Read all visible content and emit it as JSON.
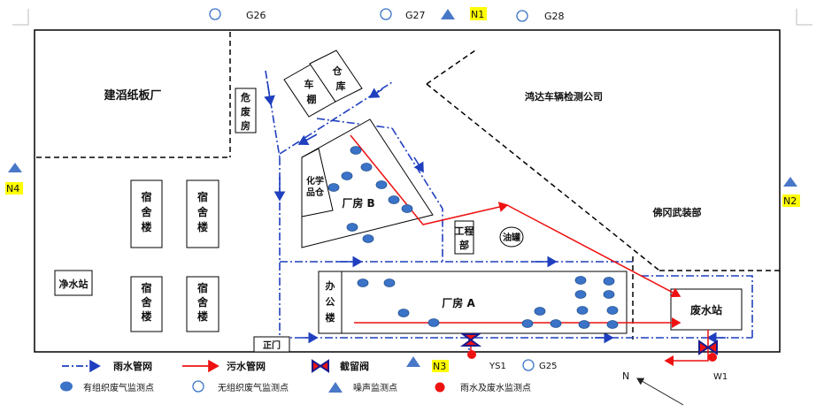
{
  "external_points": {
    "g26": "G26",
    "g27": "G27",
    "g28": "G28",
    "n1": "N1",
    "n2": "N2",
    "n4": "N4"
  },
  "buildings": {
    "paper_factory": "建滔纸板厂",
    "hazardous_store": [
      "危",
      "废",
      "房"
    ],
    "garage": [
      "车",
      "棚"
    ],
    "warehouse": [
      "仓",
      "库"
    ],
    "vehicle_inspection": "鸿达车辆检测公司",
    "armed_forces": "佛冈武装部",
    "dorms": [
      [
        "宿",
        "舍",
        "楼"
      ],
      [
        "宿",
        "舍",
        "楼"
      ],
      [
        "宿",
        "舍",
        "楼"
      ],
      [
        "宿",
        "舍",
        "楼"
      ]
    ],
    "water_station": "净水站",
    "chem_store": [
      "化学",
      "品仓"
    ],
    "plant_b": "厂房 B",
    "engineering": [
      "工程",
      "部"
    ],
    "oil_tank": "油罐",
    "office": [
      "办",
      "公",
      "楼"
    ],
    "plant_a": "厂房 A",
    "wastewater_station": "废水站",
    "main_gate": "正门"
  },
  "monitoring": {
    "ys1": "YS1",
    "w1": "W1",
    "n3": "N3",
    "g25": "G25",
    "north": "N"
  },
  "legend": {
    "rain_pipe": "雨水管网",
    "sewage_pipe": "污水管网",
    "cutoff_valve": "截留阀",
    "organized_gas": "有组织废气监测点",
    "unorganized_gas": "无组织废气监测点",
    "noise": "噪声监测点",
    "water_point": "雨水及废水监测点"
  },
  "colors": {
    "rain": "#1f3fbf",
    "sewage": "#ee1111",
    "dot": "#3a73c7",
    "highlight": "#ffff00",
    "valve": "#1a1a8c"
  }
}
